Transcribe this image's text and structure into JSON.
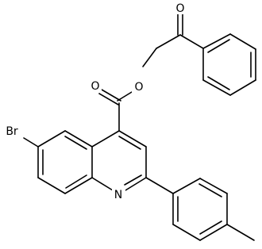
{
  "molecule": {
    "atom_labels": {
      "oxygen_ketone": "O",
      "oxygen_carbonyl": "O",
      "oxygen_ester": "O",
      "bromine": "Br",
      "nitrogen": "N"
    }
  }
}
